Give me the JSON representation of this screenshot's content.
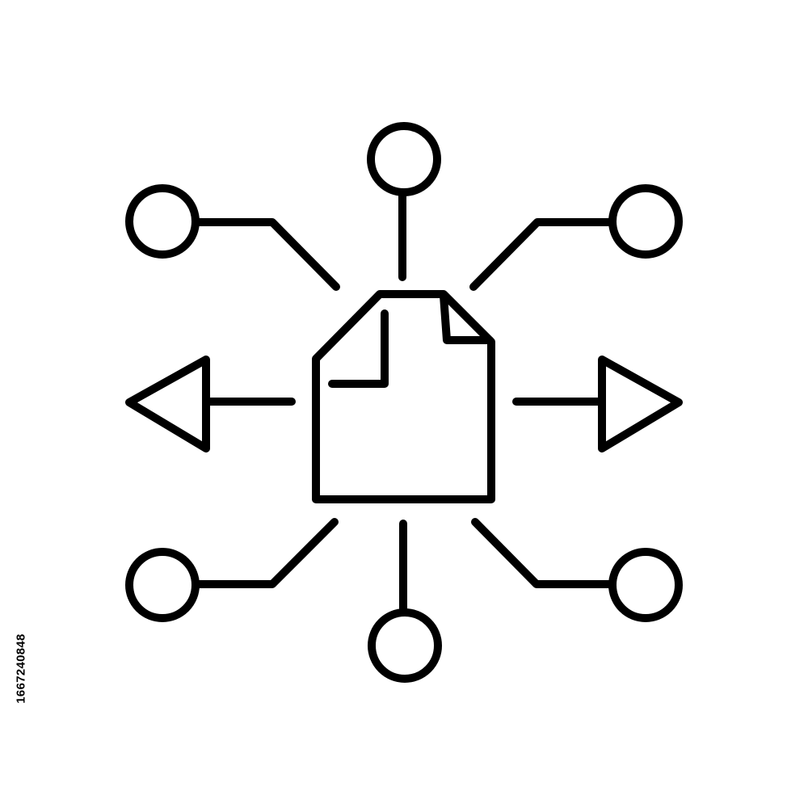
{
  "image": {
    "subject": "document-distribution-network-icon",
    "style": "hand-drawn black line icon on white background",
    "colors": {
      "background": "#ffffff",
      "line": "#000000"
    },
    "icon_parts": [
      "document-icon",
      "node-circle-icon",
      "connector-line",
      "arrow-left-icon",
      "arrow-right-icon"
    ],
    "node_count": 6,
    "arrow_count": 2
  },
  "watermark": {
    "stock_id": "1667240848"
  }
}
